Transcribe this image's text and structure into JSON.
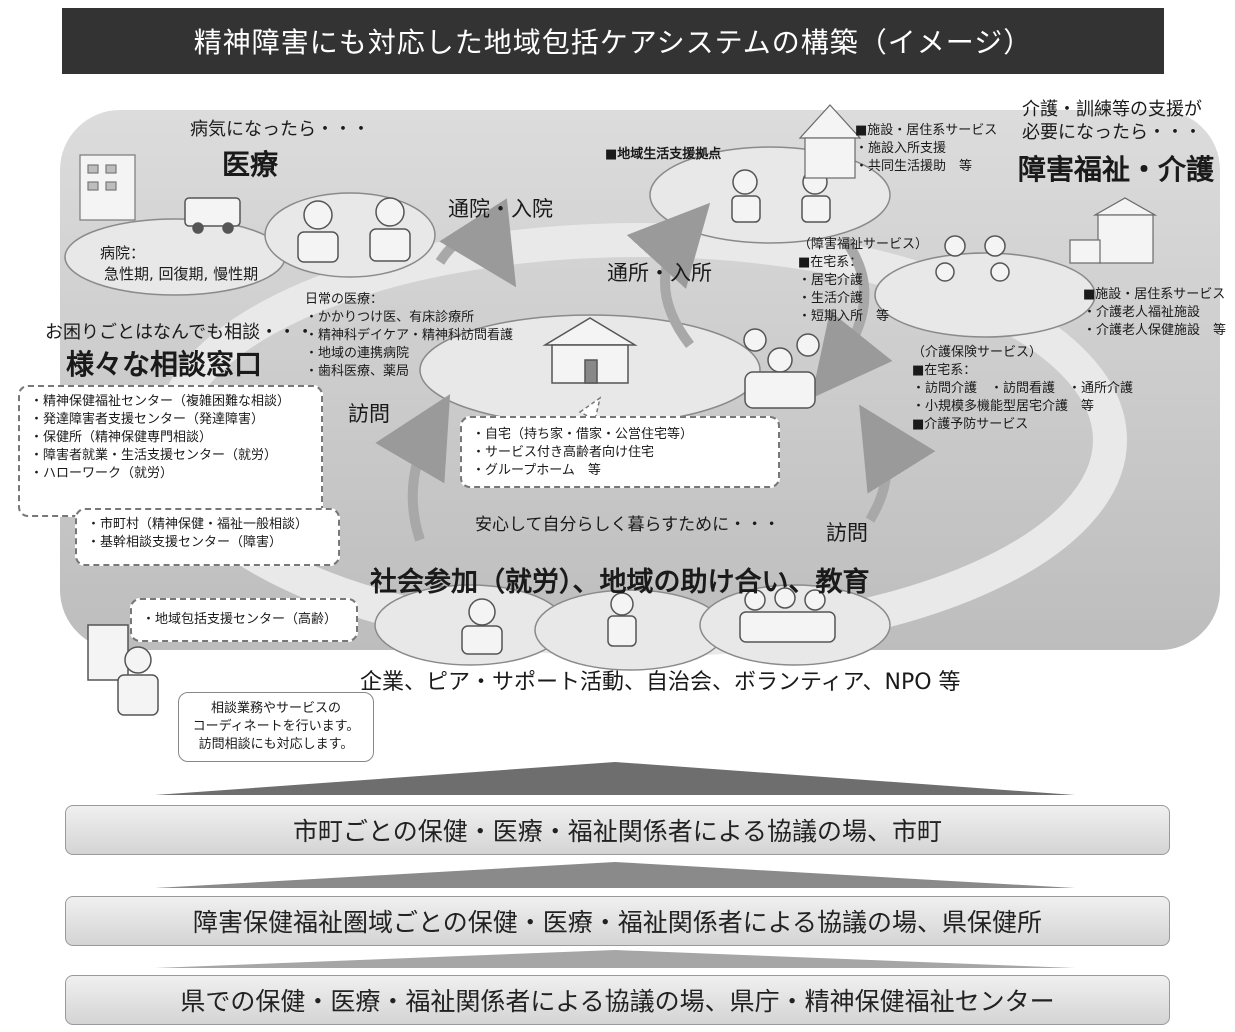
{
  "title": "精神障害にも対応した地域包括ケアシステムの構築（イメージ）",
  "medical": {
    "lead": "病気になったら・・・",
    "heading": "医療",
    "hospital_label": "病院：",
    "hospital_detail": "急性期, 回復期, 慢性期",
    "daily_title": "日常の医療：",
    "daily_items": [
      "・かかりつけ医、有床診療所",
      "・精神科デイケア・精神科訪問看護",
      "・地域の連携病院",
      "・歯科医療、薬局"
    ]
  },
  "flows": {
    "outpatient": "通院・入院",
    "facility_use": "通所・入所",
    "visit_left": "訪問",
    "visit_right": "訪問"
  },
  "welfare": {
    "lead_1": "介護・訓練等の支援が",
    "lead_2": "必要になったら・・・",
    "heading": "障害福祉・介護",
    "base_label": "■地域生活支援拠点",
    "facility_top": [
      "■施設・居住系サービス",
      "・施設入所支援",
      "・共同生活援助　等"
    ],
    "disability_services": [
      "（障害福祉サービス）",
      "■在宅系：",
      "・居宅介護",
      "・生活介護",
      "・短期入所　等"
    ],
    "facility_right": [
      "■施設・居住系サービス",
      "・介護老人福祉施設",
      "・介護老人保健施設　等"
    ],
    "care_insurance": [
      "（介護保険サービス）",
      "■在宅系：",
      "・訪問介護　・訪問看護　・通所介護",
      "・小規模多機能型居宅介護　等",
      "■介護予防サービス"
    ]
  },
  "consultation": {
    "lead": "お困りごとはなんでも相談・・・",
    "heading": "様々な相談窓口",
    "box1": [
      "・精神保健福祉センター（複雑困難な相談）",
      "・発達障害者支援センター（発達障害）",
      "・保健所（精神保健専門相談）",
      "・障害者就業・生活支援センター（就労）",
      "・ハローワーク（就労）"
    ],
    "box2": [
      "・市町村（精神保健・福祉一般相談）",
      "・基幹相談支援センター（障害）"
    ],
    "box3": "・地域包括支援センター（高齢）",
    "staff_note": [
      "相談業務やサービスの",
      "コーディネートを行います。",
      "訪問相談にも対応します。"
    ]
  },
  "housing": [
    "・自宅（持ち家・借家・公営住宅等）",
    "・サービス付き高齢者向け住宅",
    "・グループホーム　等"
  ],
  "community": {
    "lead": "安心して自分らしく暮らすために・・・",
    "heading": "社会参加（就労）、地域の助け合い、教育",
    "actors": "企業、ピア・サポート活動、自治会、ボランティア、NPO 等"
  },
  "levels": [
    "市町ごとの保健・医療・福祉関係者による協議の場、市町",
    "障害保健福祉圏域ごとの保健・医療・福祉関係者による協議の場、県保健所",
    "県での保健・医療・福祉関係者による協議の場、県庁・精神保健福祉センター"
  ],
  "colors": {
    "title_bg": "#333333",
    "panel": "#cccccc",
    "ellipse": "#e6e6e6",
    "arrow": "#a8a8a8"
  }
}
